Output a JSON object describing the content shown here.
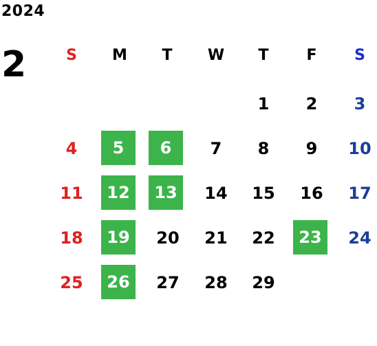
{
  "calendar": {
    "year": "2024",
    "month": "2",
    "weekdays": [
      "S",
      "M",
      "T",
      "W",
      "T",
      "F",
      "S"
    ],
    "weeks": [
      [
        "",
        "",
        "",
        "",
        "1",
        "2",
        "3"
      ],
      [
        "4",
        "5",
        "6",
        "7",
        "8",
        "9",
        "10"
      ],
      [
        "11",
        "12",
        "13",
        "14",
        "15",
        "16",
        "17"
      ],
      [
        "18",
        "19",
        "20",
        "21",
        "22",
        "23",
        "24"
      ],
      [
        "25",
        "26",
        "27",
        "28",
        "29",
        "",
        ""
      ]
    ],
    "highlighted_days": [
      "5",
      "6",
      "12",
      "13",
      "19",
      "23",
      "26"
    ],
    "colors": {
      "sunday": "#e02020",
      "saturday": "#1a3f9a",
      "saturday_header": "#1a2fd0",
      "highlight_bg": "#3cb44b",
      "highlight_text": "#ffffff"
    }
  }
}
